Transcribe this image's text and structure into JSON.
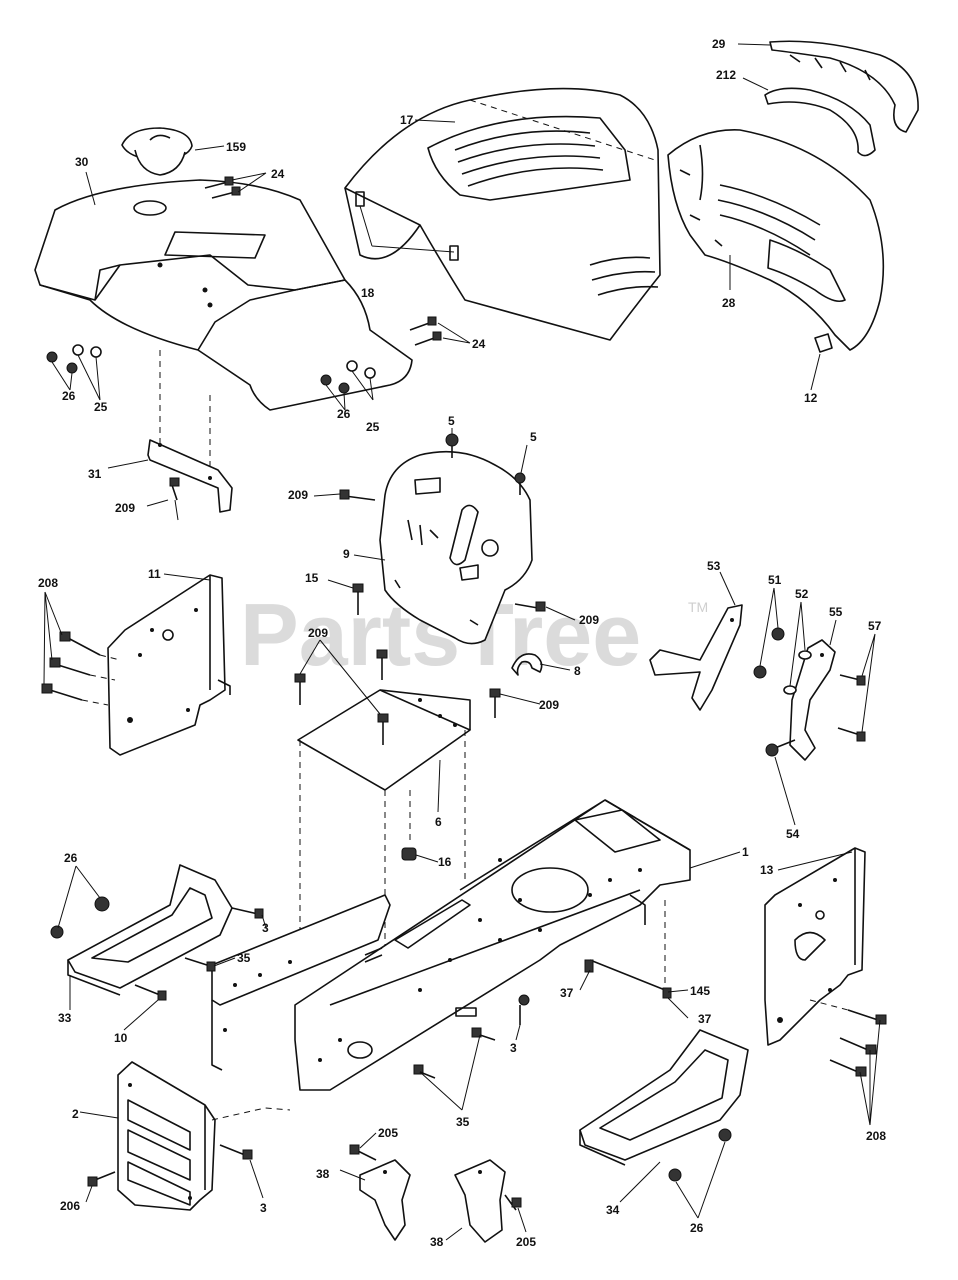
{
  "watermark": {
    "text": "PartsTree",
    "trademark": "TM"
  },
  "parts": [
    {
      "key": "p29",
      "label": "29"
    },
    {
      "key": "p212",
      "label": "212"
    },
    {
      "key": "p17",
      "label": "17"
    },
    {
      "key": "p159",
      "label": "159"
    },
    {
      "key": "p30",
      "label": "30"
    },
    {
      "key": "p24a",
      "label": "24"
    },
    {
      "key": "p18",
      "label": "18"
    },
    {
      "key": "p28",
      "label": "28"
    },
    {
      "key": "p24b",
      "label": "24"
    },
    {
      "key": "p12",
      "label": "12"
    },
    {
      "key": "p26a",
      "label": "26"
    },
    {
      "key": "p25a",
      "label": "25"
    },
    {
      "key": "p26b",
      "label": "26"
    },
    {
      "key": "p25b",
      "label": "25"
    },
    {
      "key": "p5a",
      "label": "5"
    },
    {
      "key": "p5b",
      "label": "5"
    },
    {
      "key": "p31",
      "label": "31"
    },
    {
      "key": "p209a",
      "label": "209"
    },
    {
      "key": "p209b",
      "label": "209"
    },
    {
      "key": "p9",
      "label": "9"
    },
    {
      "key": "p11",
      "label": "11"
    },
    {
      "key": "p208a",
      "label": "208"
    },
    {
      "key": "p15",
      "label": "15"
    },
    {
      "key": "p209c",
      "label": "209"
    },
    {
      "key": "p53",
      "label": "53"
    },
    {
      "key": "p51",
      "label": "51"
    },
    {
      "key": "p52",
      "label": "52"
    },
    {
      "key": "p55",
      "label": "55"
    },
    {
      "key": "p57",
      "label": "57"
    },
    {
      "key": "p209d",
      "label": "209"
    },
    {
      "key": "p8",
      "label": "8"
    },
    {
      "key": "p209e",
      "label": "209"
    },
    {
      "key": "p6",
      "label": "6"
    },
    {
      "key": "p54",
      "label": "54"
    },
    {
      "key": "p16",
      "label": "16"
    },
    {
      "key": "p1",
      "label": "1"
    },
    {
      "key": "p13",
      "label": "13"
    },
    {
      "key": "p26c",
      "label": "26"
    },
    {
      "key": "p3a",
      "label": "3"
    },
    {
      "key": "p35a",
      "label": "35"
    },
    {
      "key": "p33",
      "label": "33"
    },
    {
      "key": "p10",
      "label": "10"
    },
    {
      "key": "p37a",
      "label": "37"
    },
    {
      "key": "p145",
      "label": "145"
    },
    {
      "key": "p37b",
      "label": "37"
    },
    {
      "key": "p3b",
      "label": "3"
    },
    {
      "key": "p35b",
      "label": "35"
    },
    {
      "key": "p2",
      "label": "2"
    },
    {
      "key": "p205a",
      "label": "205"
    },
    {
      "key": "p208b",
      "label": "208"
    },
    {
      "key": "p38a",
      "label": "38"
    },
    {
      "key": "p206",
      "label": "206"
    },
    {
      "key": "p3c",
      "label": "3"
    },
    {
      "key": "p34",
      "label": "34"
    },
    {
      "key": "p26d",
      "label": "26"
    },
    {
      "key": "p38b",
      "label": "38"
    },
    {
      "key": "p205b",
      "label": "205"
    }
  ]
}
